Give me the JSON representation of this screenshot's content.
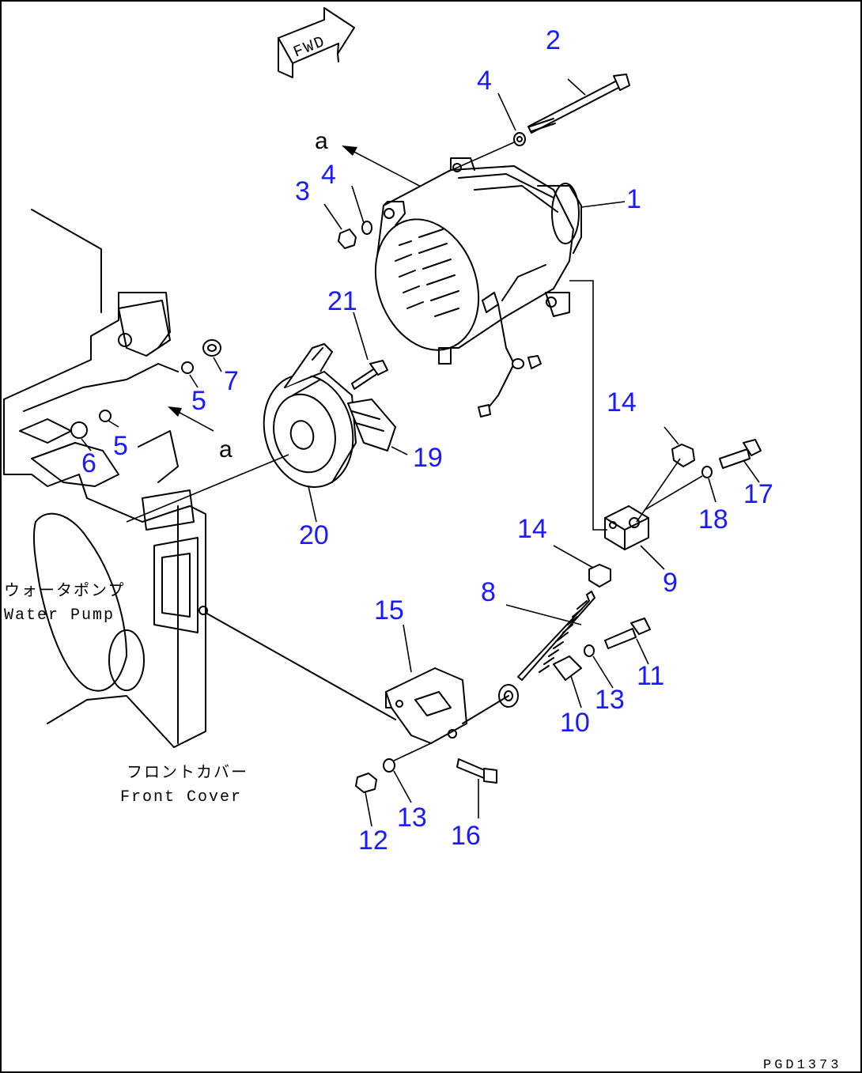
{
  "fwd_label": "FWD",
  "view_markers": {
    "upper": "a",
    "lower": "a"
  },
  "labels": {
    "water_pump_jp": "ウォータポンプ",
    "water_pump_en": "Water Pump",
    "front_cover_jp": "フロントカバー",
    "front_cover_en": "Front Cover"
  },
  "drawing_code": "PGD1373",
  "callouts": [
    "1",
    "2",
    "3",
    "4",
    "4",
    "5",
    "5",
    "6",
    "7",
    "8",
    "9",
    "10",
    "11",
    "12",
    "13",
    "13",
    "14",
    "14",
    "15",
    "16",
    "17",
    "18",
    "19",
    "20",
    "21"
  ],
  "colors": {
    "callout": "#1a1aff",
    "line": "#000000"
  }
}
